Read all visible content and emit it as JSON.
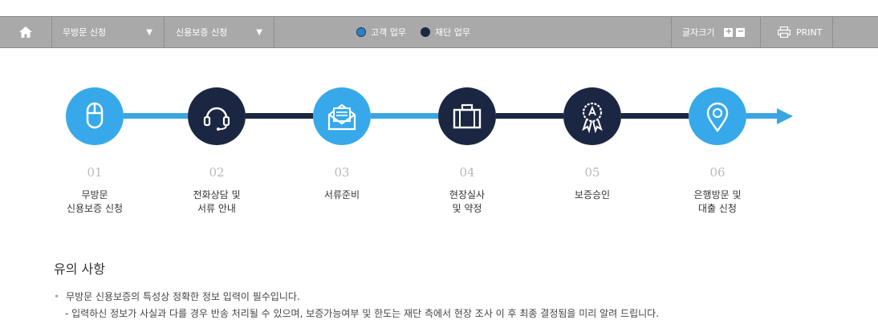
{
  "toolbar": {
    "home_icon": "home-icon",
    "menu1": {
      "label": "무방문 신청",
      "caret": "▼"
    },
    "menu2": {
      "label": "신용보증 신청",
      "caret": "▼"
    },
    "legend": {
      "customer": {
        "label": "고객 업무",
        "color": "#2f7fc1"
      },
      "foundation": {
        "label": "재단 업무",
        "color": "#1c2844"
      }
    },
    "font_size_label": "글자크기",
    "font_plus": "+",
    "font_minus": "−",
    "print_label": "PRINT",
    "print_icon": "printer-icon"
  },
  "steps": [
    {
      "num": "01",
      "label": "무방문\n신용보증 신청",
      "icon": "mouse-icon",
      "type": "customer"
    },
    {
      "num": "02",
      "label": "전화상담 및\n서류 안내",
      "icon": "headset-icon",
      "type": "foundation"
    },
    {
      "num": "03",
      "label": "서류준비",
      "icon": "mail-icon",
      "type": "customer"
    },
    {
      "num": "04",
      "label": "현장실사\n및 약정",
      "icon": "briefcase-icon",
      "type": "foundation"
    },
    {
      "num": "05",
      "label": "보증승인",
      "icon": "award-icon",
      "type": "foundation"
    },
    {
      "num": "06",
      "label": "은행방문 및\n대출 신청",
      "icon": "location-pin-icon",
      "type": "customer"
    }
  ],
  "colors": {
    "customer": "#37a9ea",
    "foundation": "#1b2742",
    "toolbar": "#a9a9a9"
  },
  "notice": {
    "title": "유의 사항",
    "items": [
      {
        "text": "무방문 신용보증의 특성상 정확한 정보 입력이 필수입니다.",
        "sub": "- 입력하신 정보가 사실과 다를 경우 반송 처리될 수 있으며, 보증가능여부 및 한도는 재단 측에서 현장 조사 이 후 최종 결정됨을 미리 알려 드립니다."
      }
    ]
  }
}
